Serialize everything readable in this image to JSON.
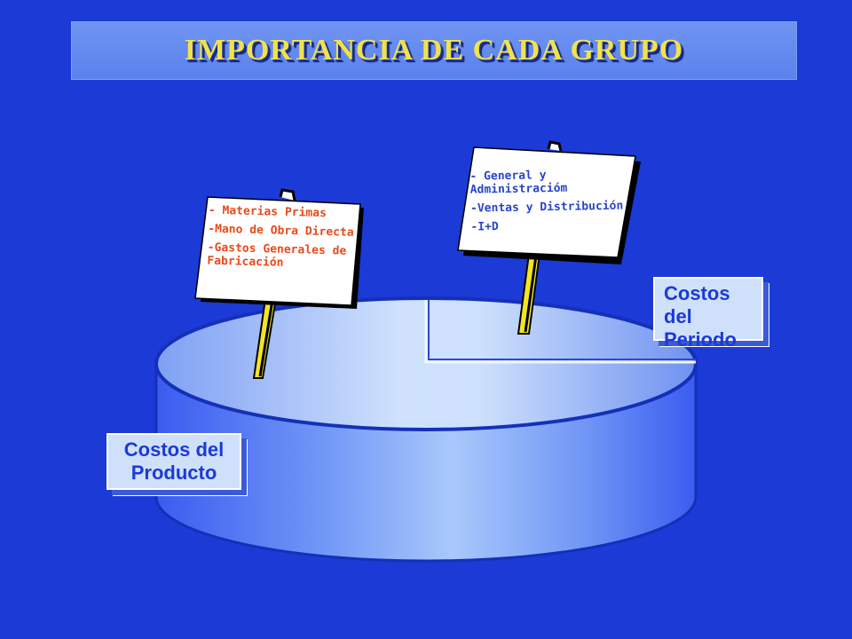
{
  "title": "IMPORTANCIA DE CADA GRUPO",
  "colors": {
    "background": "#1b3ad6",
    "title_text": "#f2e24a",
    "product_items": "#e84a1a",
    "period_items": "#2a45c8",
    "label_text": "#1b3ad6"
  },
  "product_sign": {
    "items": [
      "- Materias Primas",
      "-Mano de Obra Directa",
      "-Gastos  Generales de Fabricación"
    ]
  },
  "period_sign": {
    "items": [
      "- General y Administracióm",
      "-Ventas y Distribución",
      "-I+D"
    ]
  },
  "labels": {
    "producto": "Costos del Producto",
    "periodo": "Costos del Periodo"
  }
}
